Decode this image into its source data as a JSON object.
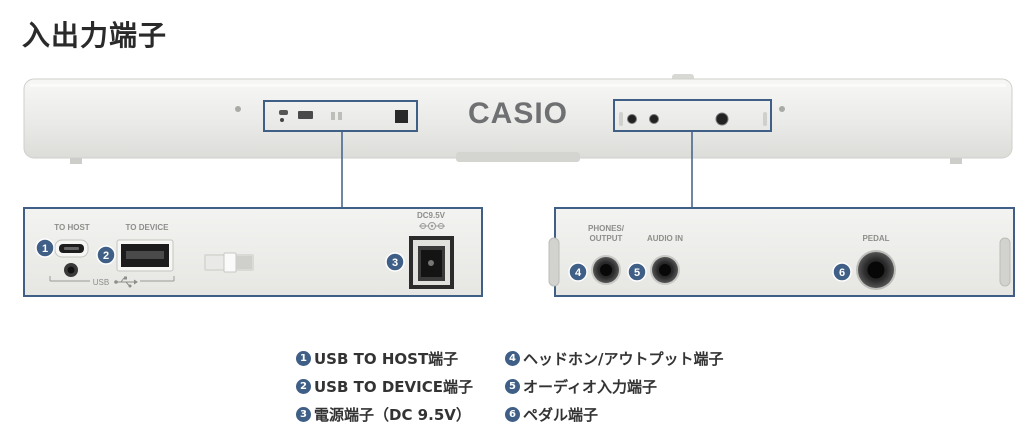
{
  "title": "入出力端子",
  "brand": "CASIO",
  "panel_labels": {
    "to_host": "TO HOST",
    "to_device": "TO DEVICE",
    "usb": "USB",
    "dc": "DC9.5V",
    "phones_line1": "PHONES/",
    "phones_line2": "OUTPUT",
    "audio_in": "AUDIO IN",
    "pedal": "PEDAL"
  },
  "legend": [
    {
      "num": "1",
      "label": "USB TO HOST端子"
    },
    {
      "num": "2",
      "label": "USB TO DEVICE端子"
    },
    {
      "num": "3",
      "label": "電源端子（DC 9.5V）"
    },
    {
      "num": "4",
      "label": "ヘッドホン/アウトプット端子"
    },
    {
      "num": "5",
      "label": "オーディオ入力端子"
    },
    {
      "num": "6",
      "label": "ペダル端子"
    }
  ],
  "colors": {
    "accent": "#3f5f86",
    "body": "#ececea",
    "panel": "#eeeeec"
  }
}
